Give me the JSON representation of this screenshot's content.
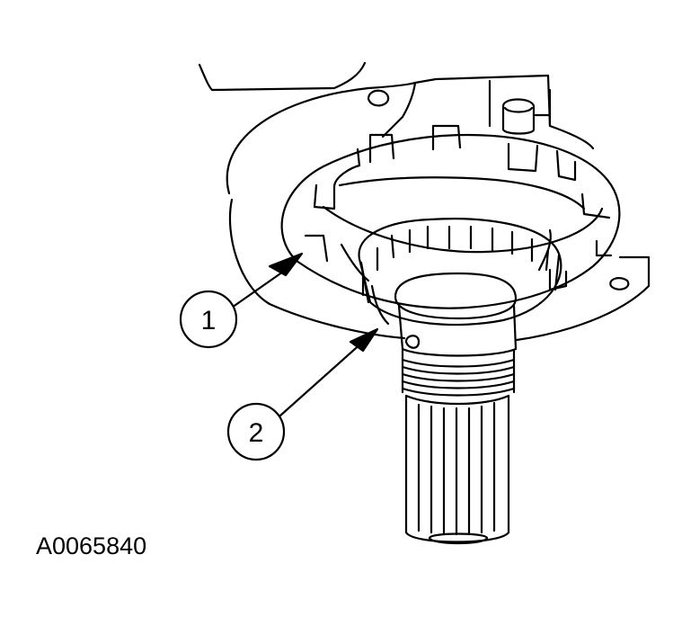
{
  "figure": {
    "id_label": "A0065840"
  },
  "callouts": [
    {
      "number": "1"
    },
    {
      "number": "2"
    }
  ],
  "colors": {
    "line": "#000000",
    "background": "#ffffff"
  }
}
